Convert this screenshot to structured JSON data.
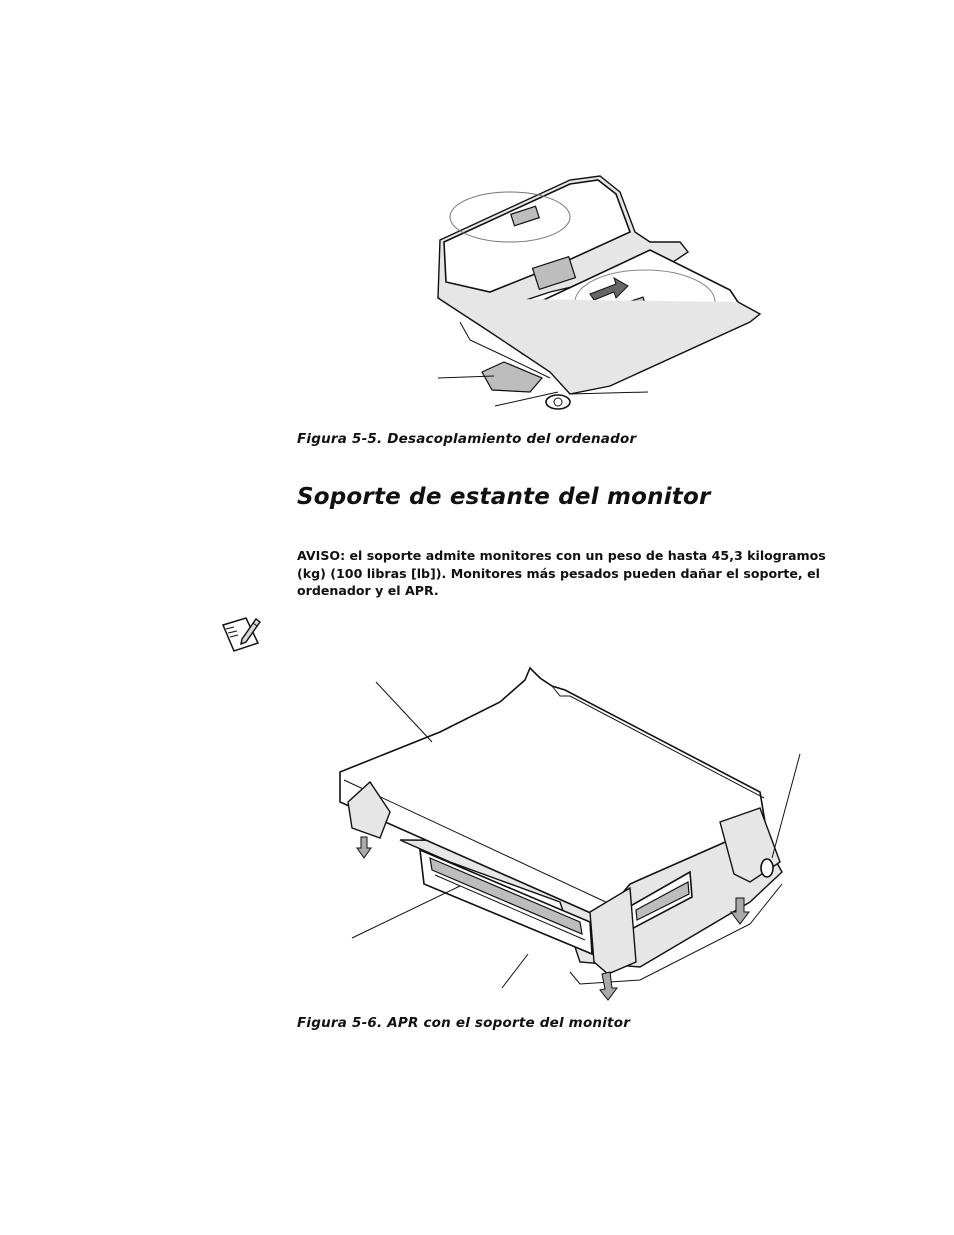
{
  "figure_5_5": {
    "caption": "Figura 5-5.  Desacoplamiento del ordenador"
  },
  "section": {
    "heading": "Soporte de estante del monitor"
  },
  "notice": {
    "text": "AVISO: el soporte admite monitores con un peso de hasta 45,3 kilogramos (kg) (100 libras [lb]). Monitores más pesados pueden dañar el soporte, el ordenador y el APR."
  },
  "note_icon": {
    "icon": "note-pencil-icon"
  },
  "figure_5_6": {
    "caption": "Figura 5-6.  APR con el soporte del monitor"
  }
}
